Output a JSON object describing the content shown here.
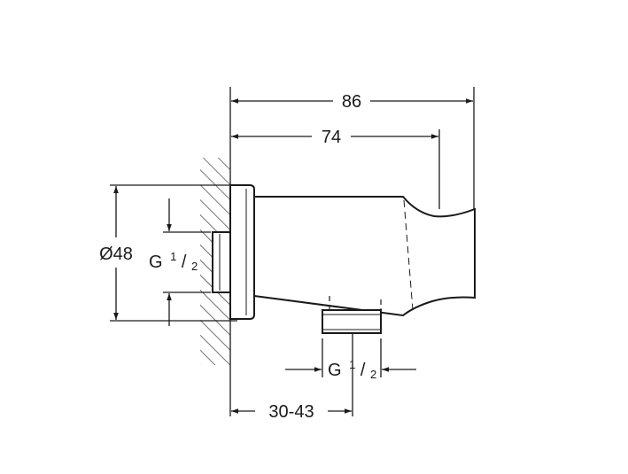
{
  "dimensions": {
    "overall_length": "86",
    "body_length": "74",
    "diameter": "Ø48",
    "wall_depth": "30-43",
    "thread_inlet": {
      "prefix": "G",
      "numerator": "1",
      "slash": "/",
      "denominator": "2"
    },
    "thread_outlet": {
      "prefix": "G",
      "numerator": "1",
      "slash": "/",
      "denominator": "2"
    }
  },
  "colors": {
    "line": "#1a1a1a",
    "background": "#ffffff"
  }
}
